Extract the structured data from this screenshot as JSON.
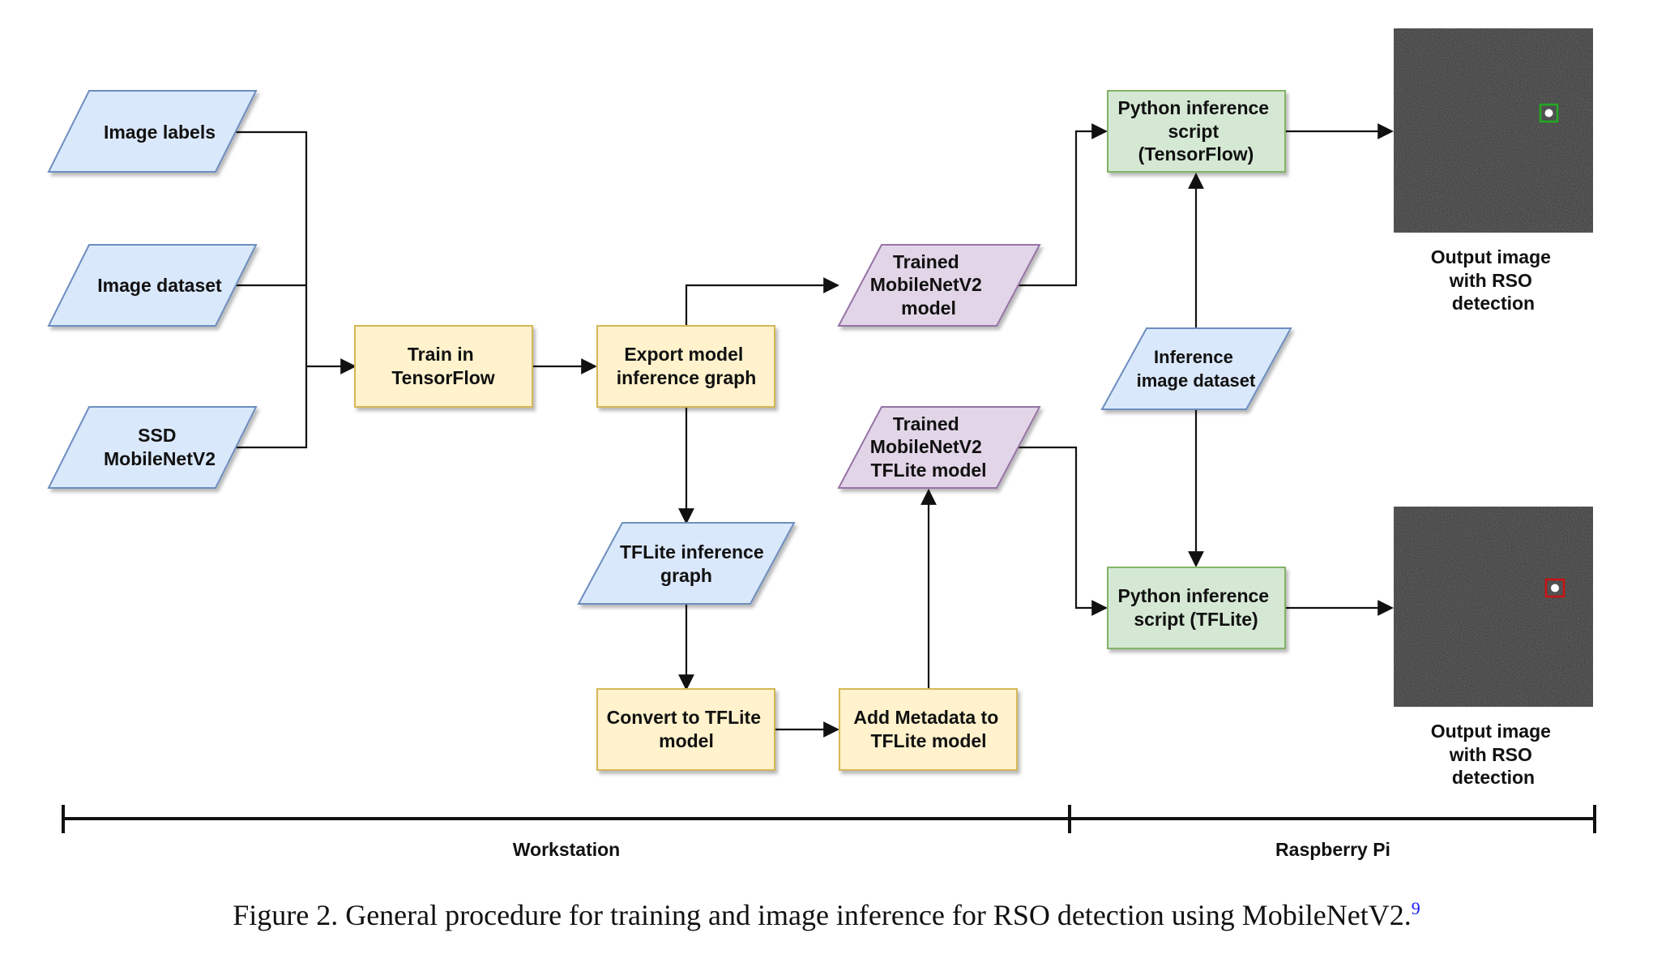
{
  "nodes": {
    "image_labels": [
      "Image labels"
    ],
    "image_dataset": [
      "Image dataset"
    ],
    "ssd_mobilenet": [
      "SSD",
      "MobileNetV2"
    ],
    "train_tf": [
      "Train in",
      "TensorFlow"
    ],
    "export_graph": [
      "Export model",
      "inference graph"
    ],
    "trained_model": [
      "Trained",
      "MobileNetV2",
      "model"
    ],
    "tflite_graph": [
      "TFLite inference",
      "graph"
    ],
    "convert_tflite": [
      "Convert to TFLite",
      "model"
    ],
    "add_metadata": [
      "Add Metadata to",
      "TFLite model"
    ],
    "trained_tflite": [
      "Trained",
      "MobileNetV2",
      "TFLite model"
    ],
    "py_tf": [
      "Python inference",
      "script",
      "(TensorFlow)"
    ],
    "inference_dataset": [
      "Inference",
      "image dataset"
    ],
    "py_tflite": [
      "Python inference",
      "script (TFLite)"
    ],
    "output_top": [
      "Output image",
      "with RSO",
      "detection"
    ],
    "output_bottom": [
      "Output image",
      "with RSO",
      "detection"
    ]
  },
  "colors": {
    "data_fill": "#dae8fc",
    "data_stroke": "#6c8ebf",
    "process_fill": "#fff2cc",
    "process_stroke": "#d6b656",
    "model_fill": "#e1d5e7",
    "model_stroke": "#9673a6",
    "script_fill": "#d5e8d4",
    "script_stroke": "#82b366",
    "detect_top": "#22aa22",
    "detect_bottom": "#cc1111"
  },
  "timeline": {
    "workstation_label": "Workstation",
    "raspberry_label": "Raspberry Pi"
  },
  "caption": {
    "text": "Figure 2. General procedure for training and image inference for RSO detection using MobileNetV2.",
    "ref": "9"
  }
}
